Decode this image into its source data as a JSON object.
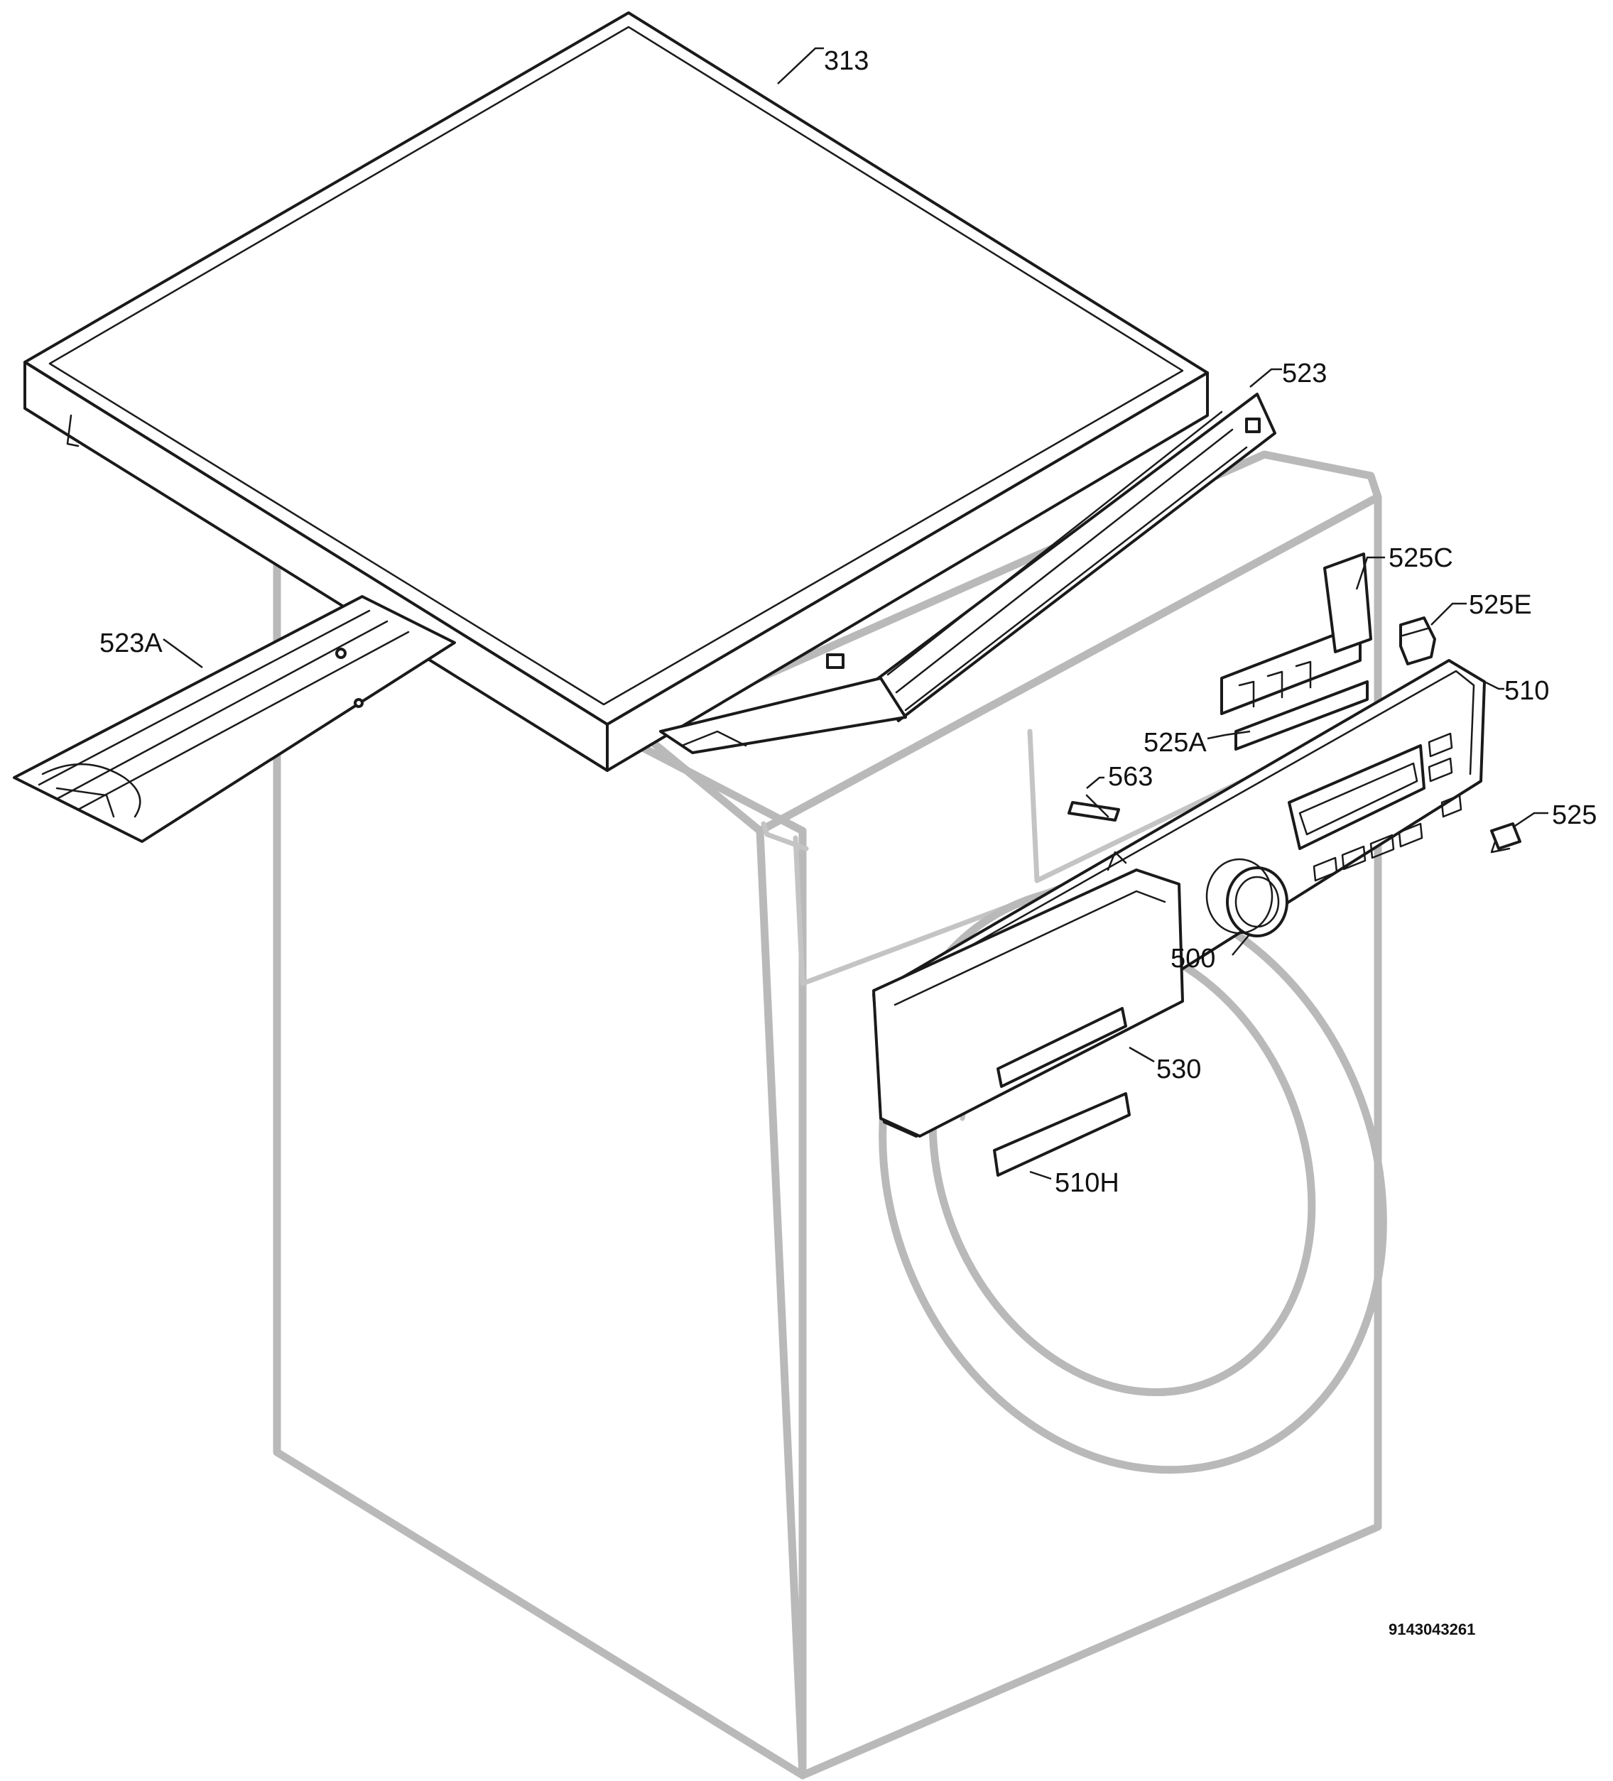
{
  "colors": {
    "ink": "#1a1a1a",
    "ghost_outline": "#b9b9b9",
    "background": "#ffffff"
  },
  "parts": [
    {
      "id": "p313",
      "label": "313"
    },
    {
      "id": "p523",
      "label": "523"
    },
    {
      "id": "p523A",
      "label": "523A"
    },
    {
      "id": "p525C",
      "label": "525C"
    },
    {
      "id": "p525E",
      "label": "525E"
    },
    {
      "id": "p510",
      "label": "510"
    },
    {
      "id": "p525A",
      "label": "525A"
    },
    {
      "id": "p563",
      "label": "563"
    },
    {
      "id": "p525",
      "label": "525"
    },
    {
      "id": "p500",
      "label": "500"
    },
    {
      "id": "p530",
      "label": "530"
    },
    {
      "id": "p510H",
      "label": "510H"
    }
  ],
  "drawing_code": "9143043261"
}
